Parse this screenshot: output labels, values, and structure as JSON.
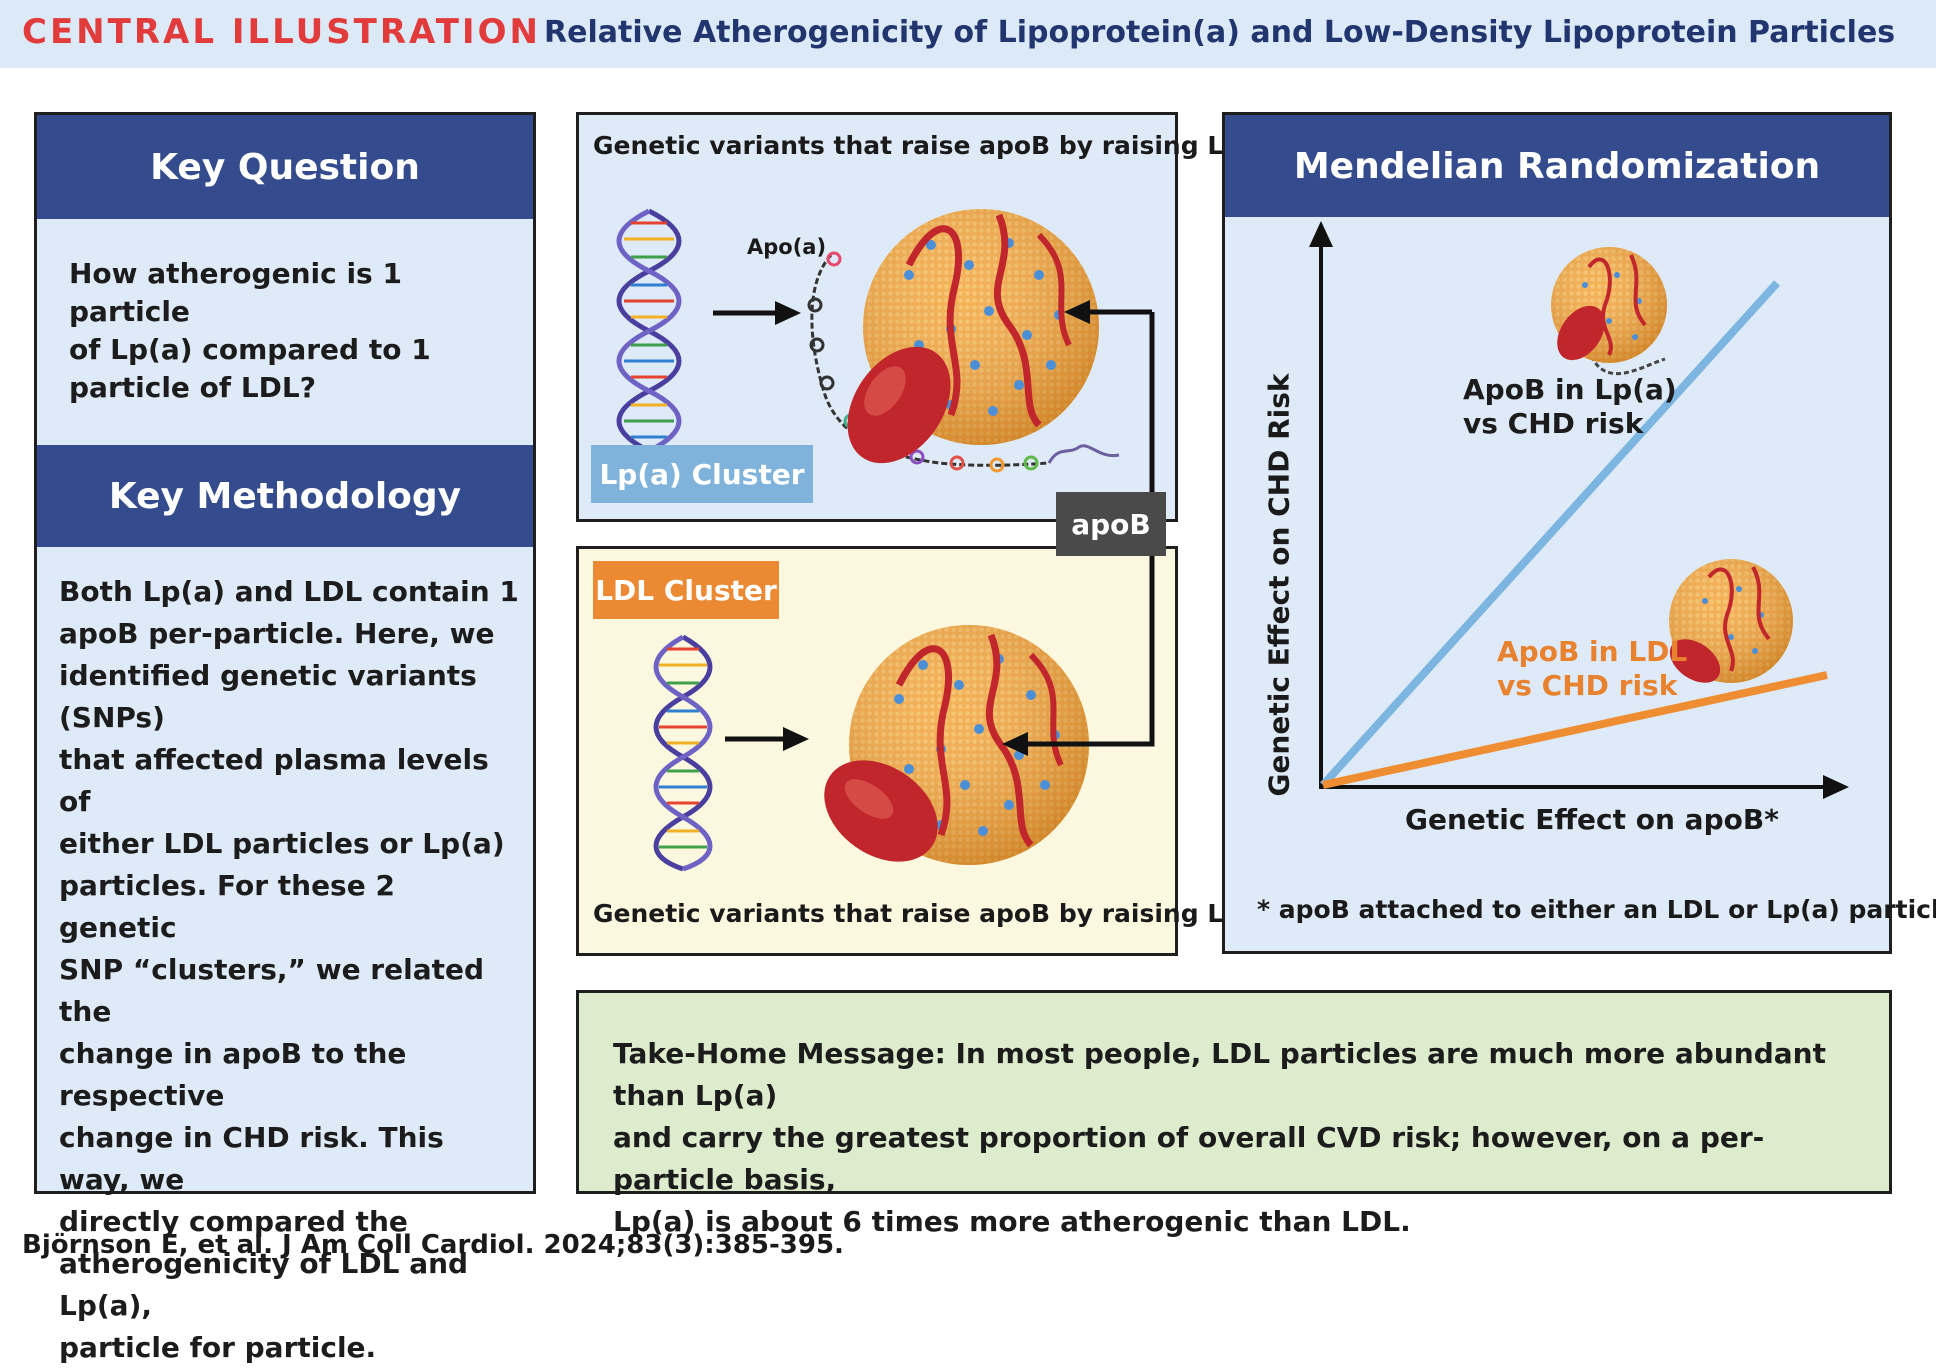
{
  "header": {
    "label": "CENTRAL ILLUSTRATION",
    "title": "Relative Atherogenicity of Lipoprotein(a) and Low-Density Lipoprotein Particles"
  },
  "key_question": {
    "heading": "Key Question",
    "lines": [
      "How atherogenic is 1 particle",
      "of Lp(a) compared to 1",
      "particle of LDL?"
    ]
  },
  "key_methodology": {
    "heading": "Key Methodology",
    "lines": [
      "Both Lp(a) and LDL contain 1",
      "apoB per-particle. Here, we",
      "identified genetic variants (SNPs)",
      "that affected plasma levels of",
      "either LDL particles or Lp(a)",
      "particles. For these 2 genetic",
      "SNP “clusters,” we related the",
      "change in apoB to the respective",
      "change in CHD risk. This way, we",
      "directly compared the",
      "atherogenicity of LDL and Lp(a),",
      "particle for particle."
    ]
  },
  "lpa_panel": {
    "caption": "Genetic variants that raise apoB by raising Lp(a)",
    "apoa_label": "Apo(a)",
    "cluster_label": "Lp(a) Cluster"
  },
  "ldl_panel": {
    "cluster_label": "LDL Cluster",
    "caption": "Genetic variants that raise apoB by raising LDL"
  },
  "apob_label": "apoB",
  "mendelian": {
    "heading": "Mendelian Randomization",
    "x_label": "Genetic Effect on apoB*",
    "y_label": "Genetic Effect on CHD Risk",
    "footnote": "* apoB attached to either an LDL or Lp(a) particle",
    "line_lpa": [
      "ApoB in Lp(a)",
      "vs CHD risk"
    ],
    "line_ldl": [
      "ApoB in LDL",
      "vs CHD risk"
    ]
  },
  "colors": {
    "header_red": "#e23b3b",
    "navy": "#344c8e",
    "lpa_blue": "#7fb3dc",
    "ldl_orange": "#ec8a34",
    "particle_orange": "#f0a23c",
    "apob_red": "#c0262b"
  },
  "take_home": {
    "lines": [
      "Take-Home Message: In most people, LDL particles are much more abundant than Lp(a)",
      "and carry the greatest proportion of overall CVD risk; however, on a per-particle basis,",
      "Lp(a) is about 6 times more atherogenic than LDL."
    ]
  },
  "citation": "Björnson E, et al. J Am Coll Cardiol. 2024;83(3):385-395."
}
